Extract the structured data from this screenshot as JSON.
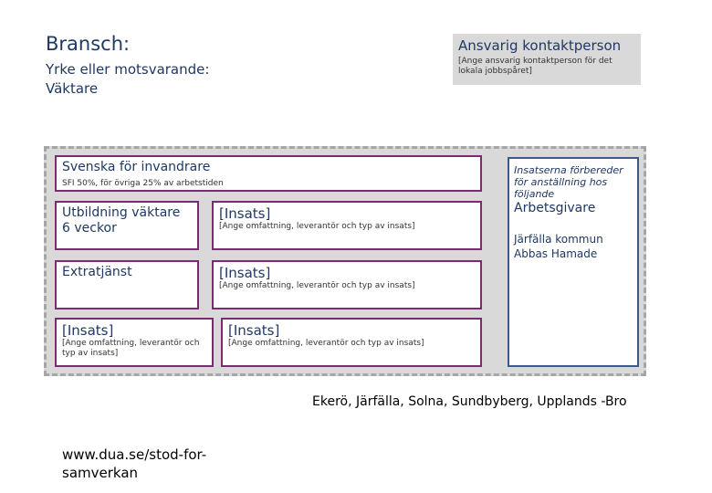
{
  "header": {
    "branch": "Bransch:",
    "occupation_label": "Yrke eller motsvarande:",
    "occupation_value": "Väktare"
  },
  "contact": {
    "title": "Ansvarig kontaktperson",
    "note": "[Ange ansvarig kontaktperson för det lokala jobbspåret]"
  },
  "boxes": {
    "swedish": {
      "label": "Svenska för invandrare",
      "note": "SFI 50%, för övriga 25% av arbetstiden"
    },
    "training": {
      "label": "Utbildning väktare 6 veckor"
    },
    "insats1": {
      "label": "[Insats]",
      "note": "[Ange omfattning, leverantör och typ av insats]"
    },
    "extra": {
      "label": "Extratjänst"
    },
    "insats2": {
      "label": "[Insats]",
      "note": "[Ange omfattning, leverantör och typ av insats]"
    },
    "insats3": {
      "label": "[Insats]",
      "note": "[Ange omfattning, leverantör och typ av insats]"
    },
    "insats4": {
      "label": "[Insats]",
      "note": "[Ange omfattning, leverantör och typ av insats]"
    }
  },
  "employer": {
    "prep": "Insatserna förbereder för anställning hos följande",
    "title": "Arbetsgivare",
    "name": "Järfälla kommun",
    "contact": "Abbas Hamade"
  },
  "footer": {
    "municipalities": "Ekerö, Järfälla, Solna, Sundbyberg, Upplands -Bro",
    "website": "www.dua.se/stod-for-samverkan"
  },
  "colors": {
    "title_text": "#1f3864",
    "box_border": "#7b2c6e",
    "employer_border": "#3b5a87",
    "frame_fill": "#d9d9d9"
  }
}
